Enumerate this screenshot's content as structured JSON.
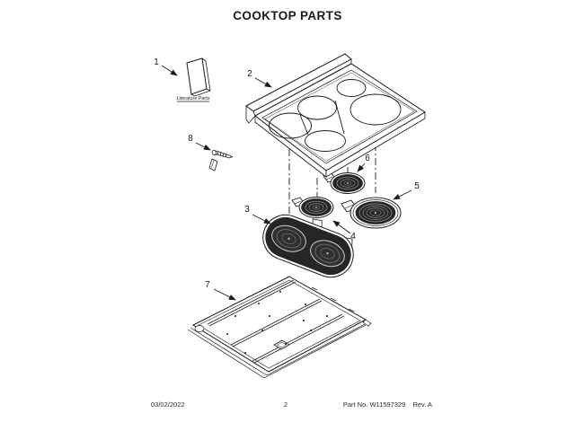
{
  "title": "COOKTOP PARTS",
  "callouts": {
    "c1": "1",
    "c2": "2",
    "c3": "3",
    "c4": "4",
    "c5": "5",
    "c6": "6",
    "c7": "7",
    "c8": "8"
  },
  "literature_label": "Literature Parts",
  "footer": {
    "date": "03/02/2022",
    "page_number": "2",
    "part_no_label": "Part No.",
    "part_no": "W11597329",
    "revision": "Rev. A"
  },
  "colors": {
    "ink": "#1a1a1a",
    "paper": "#ffffff",
    "coil_dark": "#262626",
    "coil_ring": "#999999"
  }
}
